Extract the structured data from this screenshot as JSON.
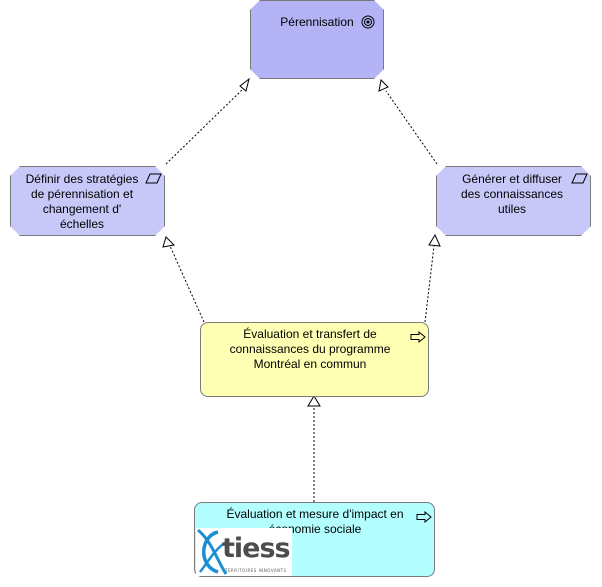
{
  "diagram": {
    "nodes": {
      "perennisation": {
        "label": "Pérennisation",
        "icon": "goal-icon",
        "fill": "#b3b3f5"
      },
      "strategies": {
        "lines": [
          "Définir des stratégies",
          "de pérennisation et",
          "changement d'",
          "échelles"
        ],
        "icon": "process-parallelogram-icon",
        "fill": "#c8c8f8"
      },
      "diffuser": {
        "lines": [
          "Générer et diffuser",
          "des connaissances",
          "utiles"
        ],
        "icon": "process-parallelogram-icon",
        "fill": "#c8c8f8"
      },
      "evaluation_transfert": {
        "lines": [
          "Évaluation et transfert de",
          "connaissances du programme",
          "Montréal en commun"
        ],
        "icon": "process-arrow-icon",
        "fill": "#ffffb3"
      },
      "evaluation_impact": {
        "lines": [
          "Évaluation et mesure d'impact en",
          "économie sociale"
        ],
        "icon": "process-arrow-icon",
        "fill": "#b3ffff"
      }
    },
    "logo": {
      "text": "tiess",
      "tagline": "TERRITOIRES INNOVANTS"
    }
  }
}
